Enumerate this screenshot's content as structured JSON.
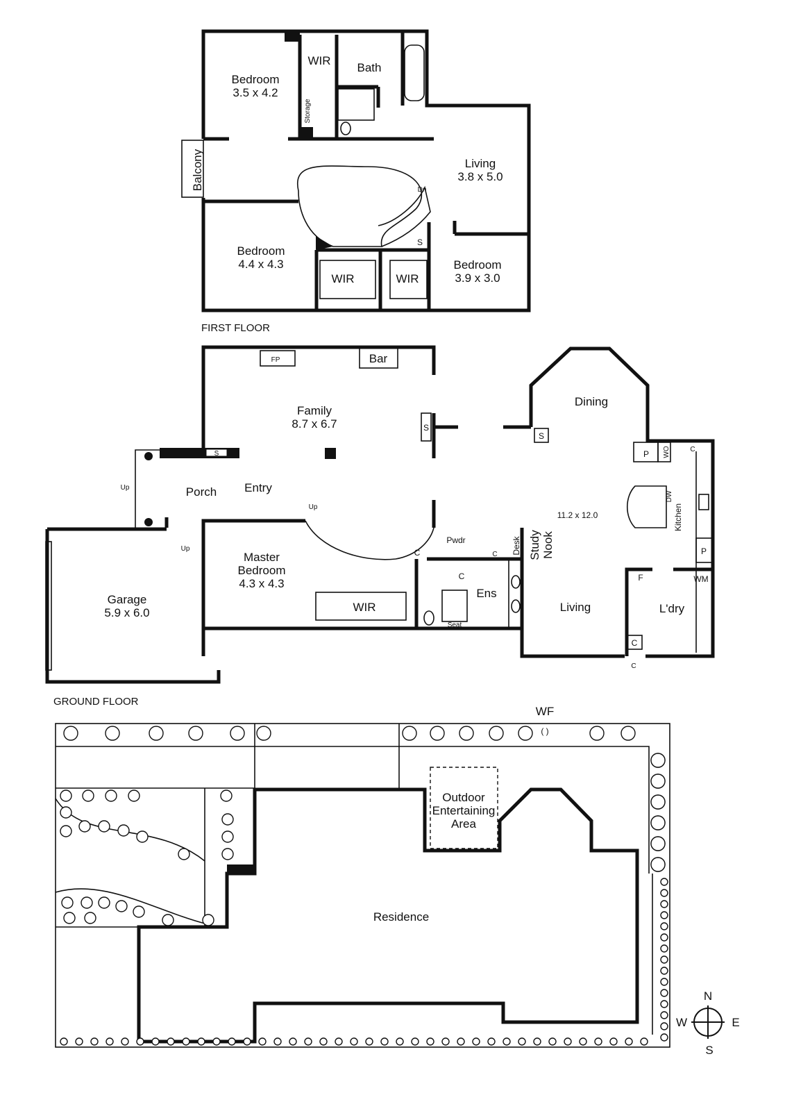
{
  "first_floor": {
    "caption": "FIRST FLOOR",
    "rooms": {
      "bedroom1": {
        "name": "Bedroom",
        "size": "3.5 x 4.2"
      },
      "wir_top": "WIR",
      "bath": "Bath",
      "storage": "Storage",
      "balcony": "Balcony",
      "living": {
        "name": "Living",
        "size": "3.8 x 5.0"
      },
      "dn": "Dn",
      "bedroom2": {
        "name": "Bedroom",
        "size": "4.4 x 4.3"
      },
      "wir_left": "WIR",
      "wir_right": "WIR",
      "s": "S",
      "bedroom3": {
        "name": "Bedroom",
        "size": "3.9 x 3.0"
      }
    }
  },
  "ground_floor": {
    "caption": "GROUND FLOOR",
    "rooms": {
      "fp": "FP",
      "bar": "Bar",
      "family": {
        "name": "Family",
        "size": "8.7 x 6.7"
      },
      "s1": "S",
      "s2": "S",
      "s3": "S",
      "dining": "Dining",
      "porch": "Porch",
      "entry": "Entry",
      "up1": "Up",
      "up2": "Up",
      "up3": "Up",
      "garage": {
        "name": "Garage",
        "size": "5.9 x 6.0"
      },
      "master": {
        "name": "Master",
        "name2": "Bedroom",
        "size": "4.3 x 4.3"
      },
      "wir": "WIR",
      "pwdr": "Pwdr",
      "c1": "C",
      "c2": "C",
      "c3": "C",
      "desk": "Desk",
      "study": "Study",
      "nook": "Nook",
      "ens": "Ens",
      "seat": "Seat",
      "open_plan_size": "11.2 x 12.0",
      "living": "Living",
      "kitchen": "Kitchen",
      "dw": "DW",
      "p1": "P",
      "p2": "P",
      "wo": "WO",
      "c4": "C",
      "f": "F",
      "wm": "WM",
      "ldry": "L'dry",
      "c5": "C",
      "c6": "C"
    }
  },
  "site": {
    "wf": "WF",
    "outdoor": [
      "Outdoor",
      "Entertaining",
      "Area"
    ],
    "residence": "Residence"
  },
  "compass": {
    "n": "N",
    "s": "S",
    "e": "E",
    "w": "W"
  }
}
